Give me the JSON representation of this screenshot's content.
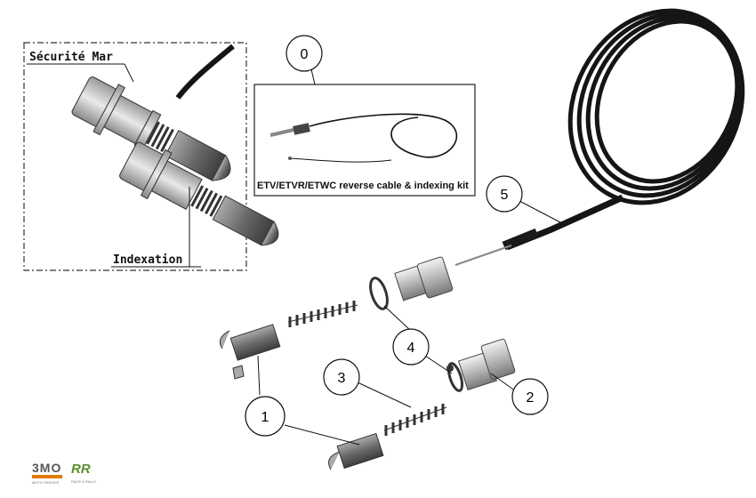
{
  "inset": {
    "label_top": "Sécurité Mar",
    "label_bottom": "Indexation"
  },
  "kit": {
    "caption": "ETV/ETVR/ETWC reverse cable & indexing kit"
  },
  "callouts": {
    "c0": "0",
    "c1": "1",
    "c2": "2",
    "c3": "3",
    "c4": "4",
    "c5": "5"
  },
  "logos": {
    "left": "3MO",
    "left_sub": "MOTO SERVICE",
    "right": "RR",
    "right_sub": "RACE & RALLY"
  },
  "colors": {
    "line": "#111111",
    "metal": "#c9c9c9",
    "dark_metal": "#6f6f6f",
    "cable": "#151515",
    "accent_logo": "#e07a00",
    "accent_logo2": "#5a8f2a"
  }
}
